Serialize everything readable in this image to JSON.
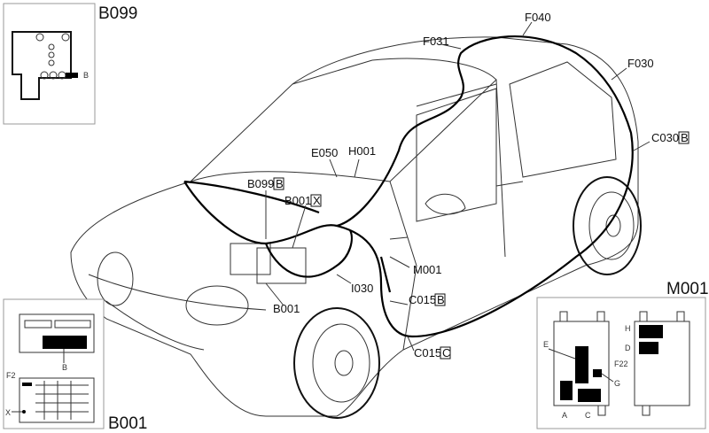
{
  "callouts": {
    "f040": "F040",
    "f031": "F031",
    "f030": "F030",
    "c030": "C030",
    "c030_tag": "B",
    "e050": "E050",
    "h001": "H001",
    "b099": "B099",
    "b099_tag": "B",
    "b001x": "B001",
    "b001x_tag": "X",
    "m001": "M001",
    "i030": "I030",
    "c015b": "C015",
    "c015b_tag": "B",
    "b001": "B001",
    "c015c": "C015",
    "c015c_tag": "C"
  },
  "insets": {
    "b099": {
      "title": "B099",
      "labels": [
        "B"
      ]
    },
    "b001": {
      "title": "B001",
      "labels": [
        "B",
        "F2",
        "X"
      ]
    },
    "m001": {
      "title": "M001",
      "labels": [
        "E",
        "F22",
        "G",
        "A",
        "C",
        "H",
        "D"
      ]
    }
  }
}
